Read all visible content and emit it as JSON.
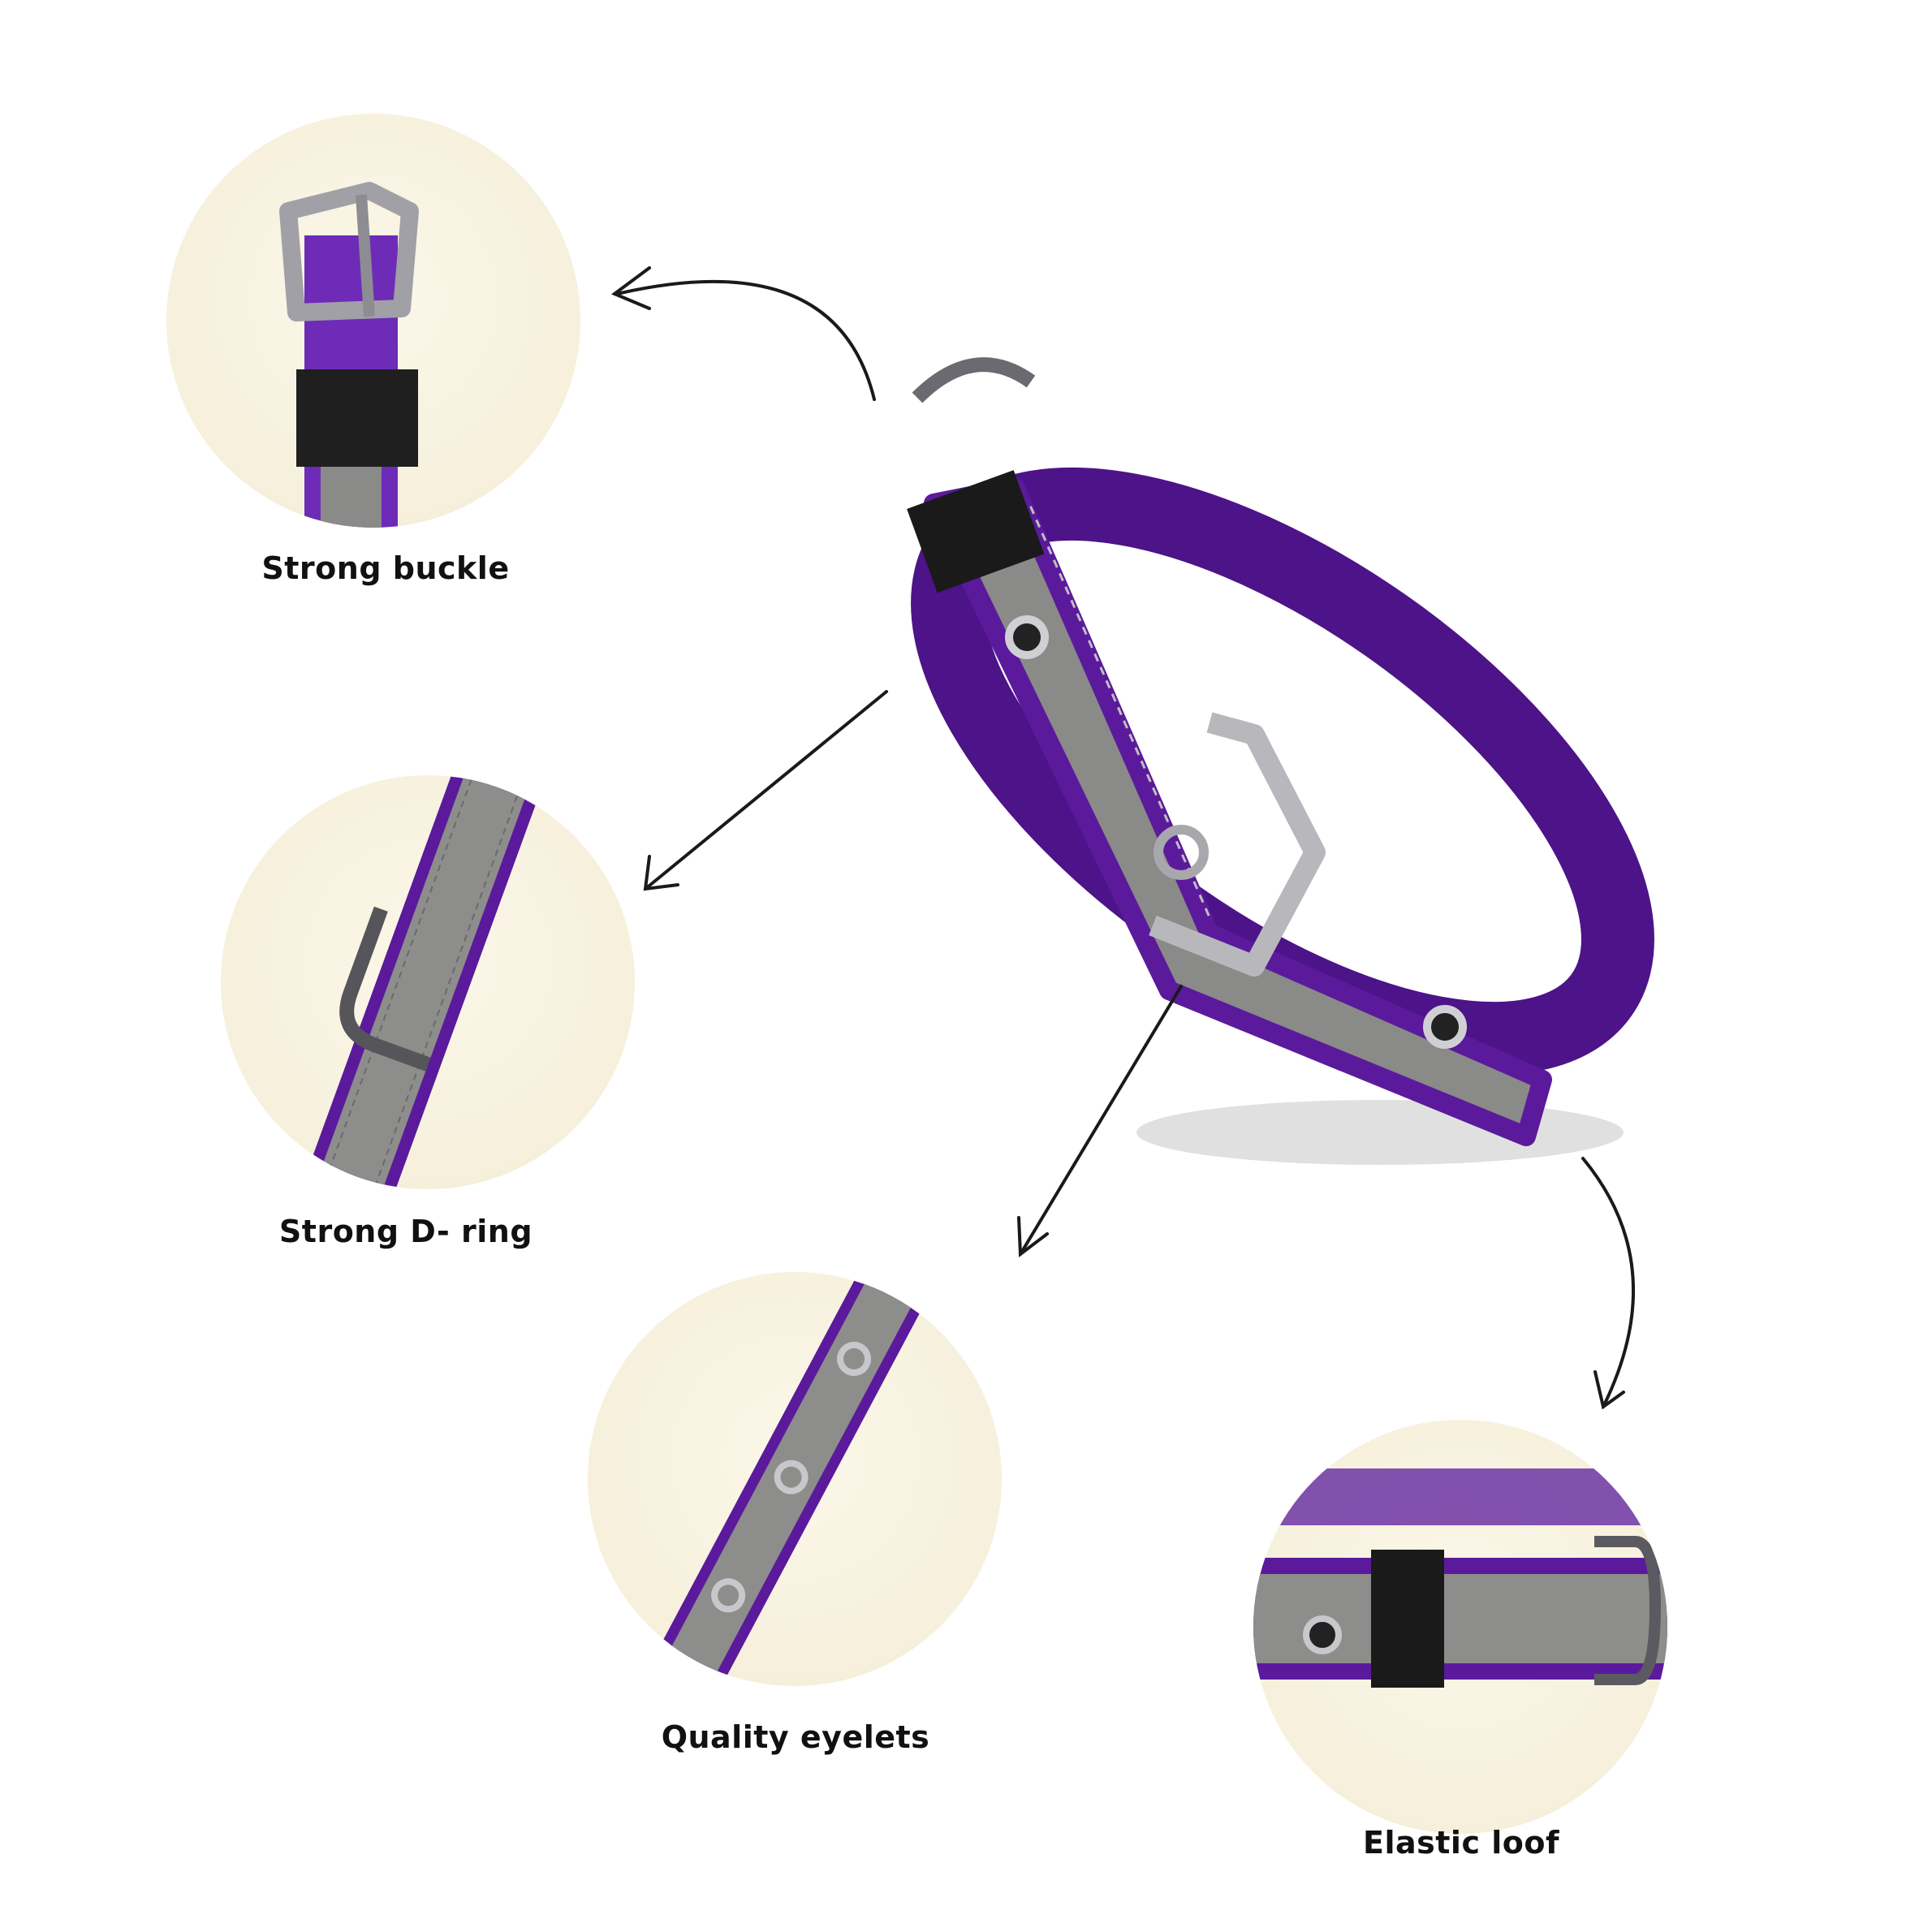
{
  "features": [
    {
      "id": "buckle",
      "label": "Strong buckle"
    },
    {
      "id": "d-ring",
      "label": "Strong D- ring"
    },
    {
      "id": "eyelets",
      "label": "Quality eyelets"
    },
    {
      "id": "elastic",
      "label": "Elastic loof"
    }
  ],
  "colors": {
    "purple": "#5b1a9c",
    "purple_light": "#6e2bb8",
    "reflective_gray": "#8a8a88",
    "elastic_black": "#1a1a1a",
    "metal": "#b8b8bc",
    "circle_bg": "#f6f0dc"
  }
}
